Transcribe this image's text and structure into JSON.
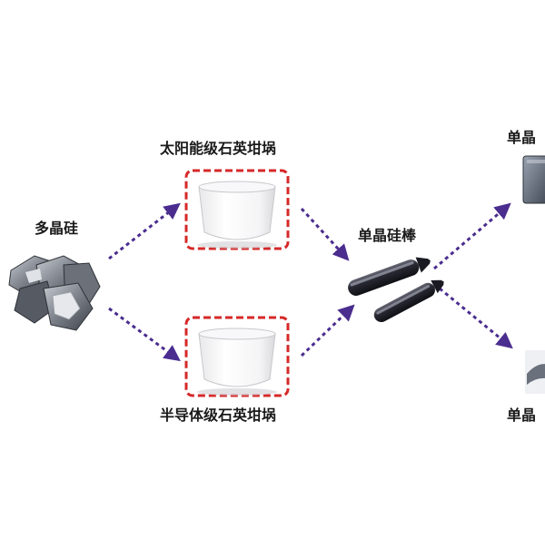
{
  "labels": {
    "polysilicon": "多晶硅",
    "solar_crucible": "太阳能级石英坩埚",
    "semi_crucible": "半导体级石英坩埚",
    "ingot": "单晶硅棒",
    "out_top": "单晶",
    "out_bottom": "单晶"
  },
  "colors": {
    "arrow": "#4b2d8f",
    "highlight_box": "#d62828"
  }
}
